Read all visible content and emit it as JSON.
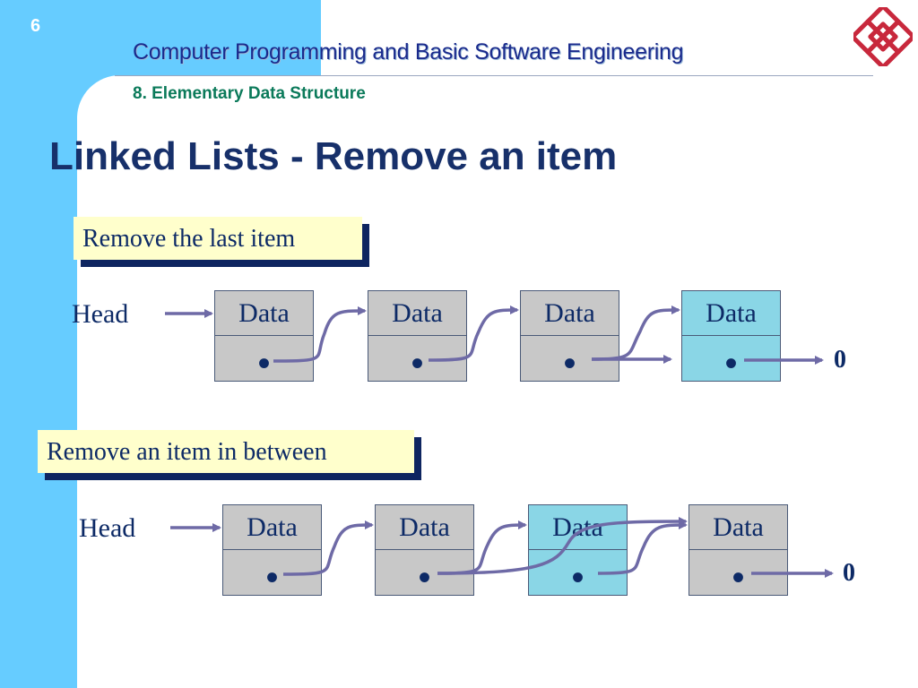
{
  "slide_number": "6",
  "course_title": "Computer Programming and Basic Software Engineering",
  "chapter": "8. Elementary Data Structure",
  "title": "Linked Lists - Remove an item",
  "colors": {
    "band": "#66ccff",
    "title": "#17306a",
    "chapter": "#0b7a5a",
    "node": "#c8c8c8",
    "node_removed": "#8ad6e6",
    "arrow": "#6e6aa6",
    "callout": "#ffffcc",
    "logo": "#c8283c"
  },
  "section1": {
    "label": "Remove the last item",
    "head": "Head",
    "nodes": [
      {
        "data": "Data",
        "pointer": "•"
      },
      {
        "data": "Data",
        "pointer": "•"
      },
      {
        "data": "Data",
        "pointer": "•"
      },
      {
        "data": "Data",
        "pointer": "•"
      }
    ],
    "null_value": "0"
  },
  "section2": {
    "label": "Remove an item in between",
    "head": "Head",
    "nodes": [
      {
        "data": "Data",
        "pointer": "•"
      },
      {
        "data": "Data",
        "pointer": "•"
      },
      {
        "data": "Data",
        "pointer": "•"
      },
      {
        "data": "Data",
        "pointer": "•"
      }
    ],
    "null_value": "0"
  }
}
